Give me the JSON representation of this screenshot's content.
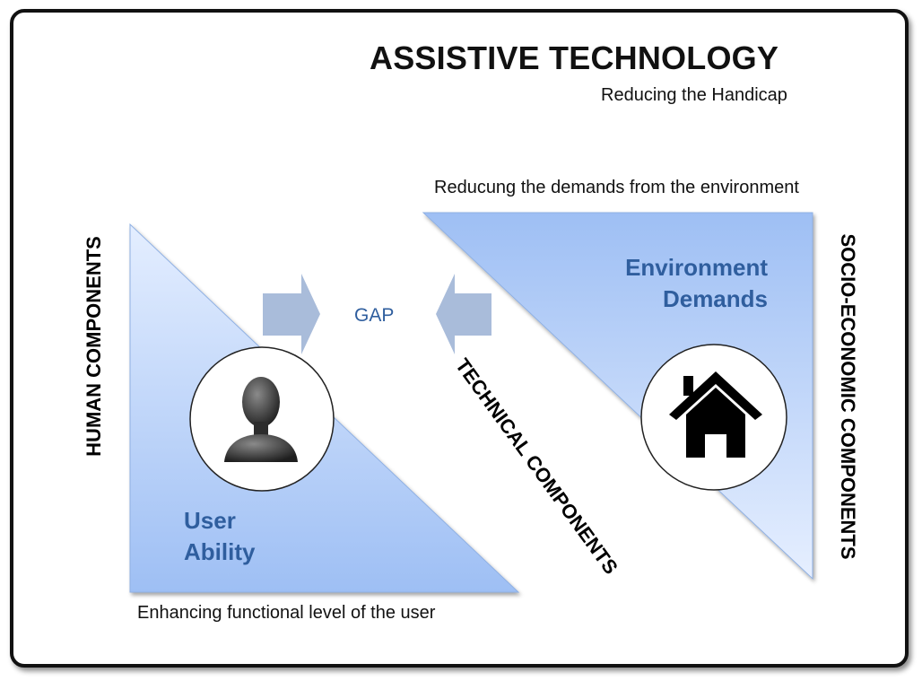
{
  "title": "ASSISTIVE TECHNOLOGY",
  "subtitle": "Reducing the Handicap",
  "environment": {
    "caption": "Reducung the demands from the environment",
    "title_line1": "Environment",
    "title_line2": "Demands",
    "icon": "house-icon"
  },
  "user": {
    "caption": "Enhancing functional level of the user",
    "title_line1": "User",
    "title_line2": "Ability",
    "icon": "person-bust-icon"
  },
  "gap_label": "GAP",
  "side_labels": {
    "human": "HUMAN COMPONENTS",
    "technical": "TECHNICAL COMPONENTS",
    "socio": "SOCIO-ECONOMIC COMPONENTS"
  },
  "colors": {
    "triangle_light": "#e4eeff",
    "triangle_dark": "#9ebff4",
    "arrow": "#a9bcda",
    "heading_blue": "#2f5e9e"
  }
}
